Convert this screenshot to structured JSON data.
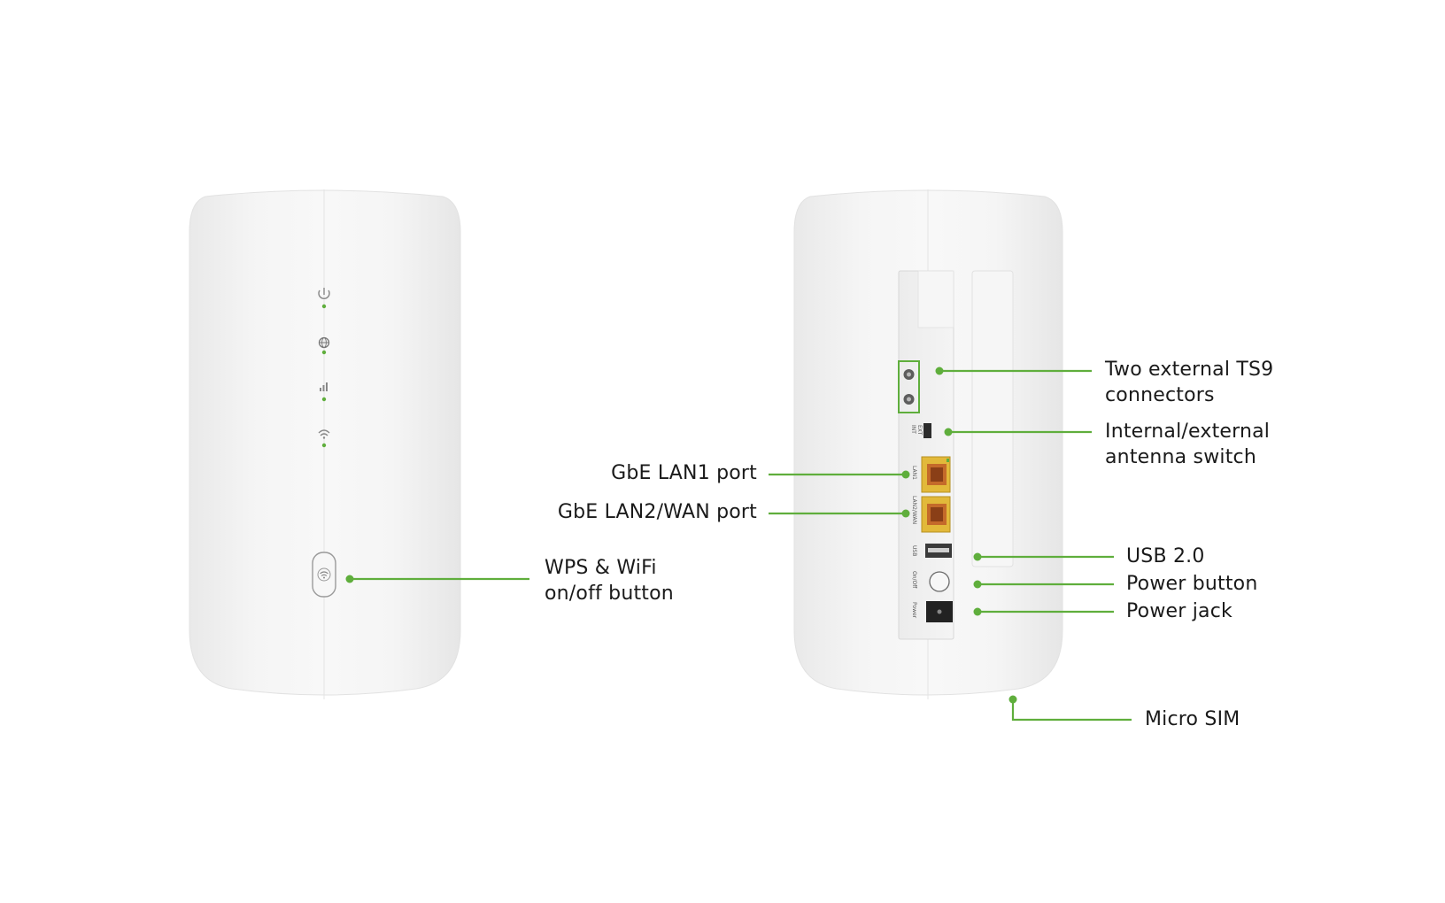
{
  "colors": {
    "leader_line": "#5fae3c",
    "device_body": "#f1f1f1",
    "device_shadow": "#dcdcdc",
    "port_yellow": "#e2b93a",
    "led_green": "#5fae3c"
  },
  "front_view": {
    "leds": [
      "power-icon",
      "internet-globe-icon",
      "signal-bars-icon",
      "wifi-icon"
    ],
    "button_icon": "wifi-wps-icon"
  },
  "back_panel_labels": {
    "int": "INT",
    "ext": "EXT",
    "lan1": "LAN1",
    "lan2wan": "LAN2/WAN",
    "usb": "USB",
    "onoff": "On/Off",
    "power": "Power"
  },
  "callouts": {
    "wps_wifi": [
      "WPS & WiFi",
      "on/off button"
    ],
    "lan1": "GbE LAN1 port",
    "lan2": "GbE LAN2/WAN port",
    "ts9": [
      "Two external TS9",
      "connectors"
    ],
    "antenna_switch": [
      "Internal/external",
      "antenna switch"
    ],
    "usb": "USB 2.0",
    "power_button": "Power button",
    "power_jack": "Power jack",
    "micro_sim": "Micro SIM"
  }
}
